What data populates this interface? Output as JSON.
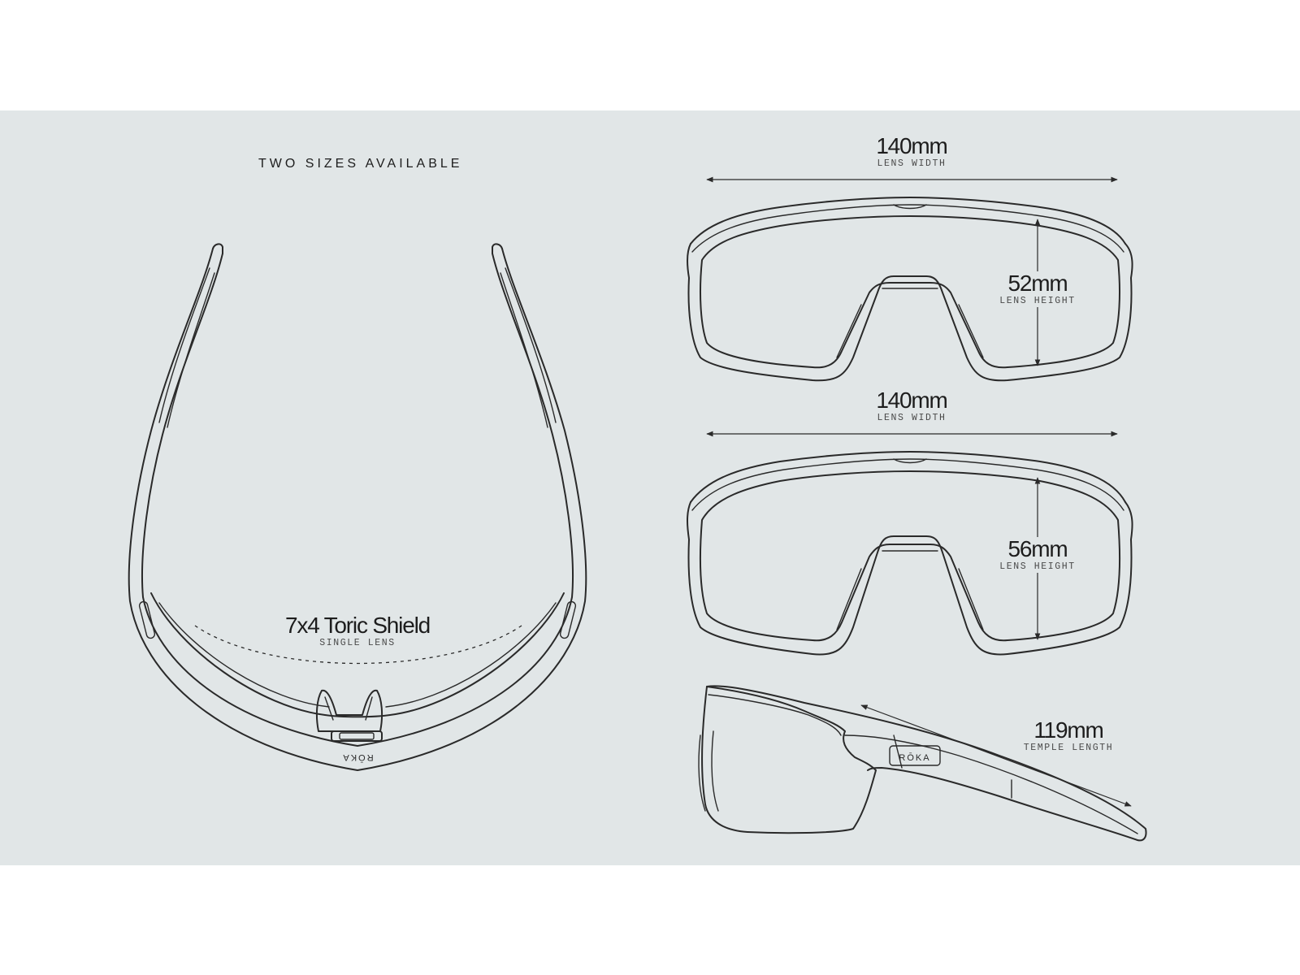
{
  "heading": "TWO SIZES AVAILABLE",
  "top_view": {
    "lens_value": "7x4 Toric Shield",
    "lens_label": "SINGLE LENS",
    "brand": "RŌKA"
  },
  "front_small": {
    "width_value": "140mm",
    "width_label": "LENS WIDTH",
    "height_value": "52mm",
    "height_label": "LENS HEIGHT"
  },
  "front_large": {
    "width_value": "140mm",
    "width_label": "LENS WIDTH",
    "height_value": "56mm",
    "height_label": "LENS HEIGHT"
  },
  "side_view": {
    "temple_value": "119mm",
    "temple_label": "TEMPLE LENGTH",
    "brand": "RŌKA"
  },
  "colors": {
    "panel_background": "#e1e6e7",
    "line": "#2a2a2a"
  }
}
